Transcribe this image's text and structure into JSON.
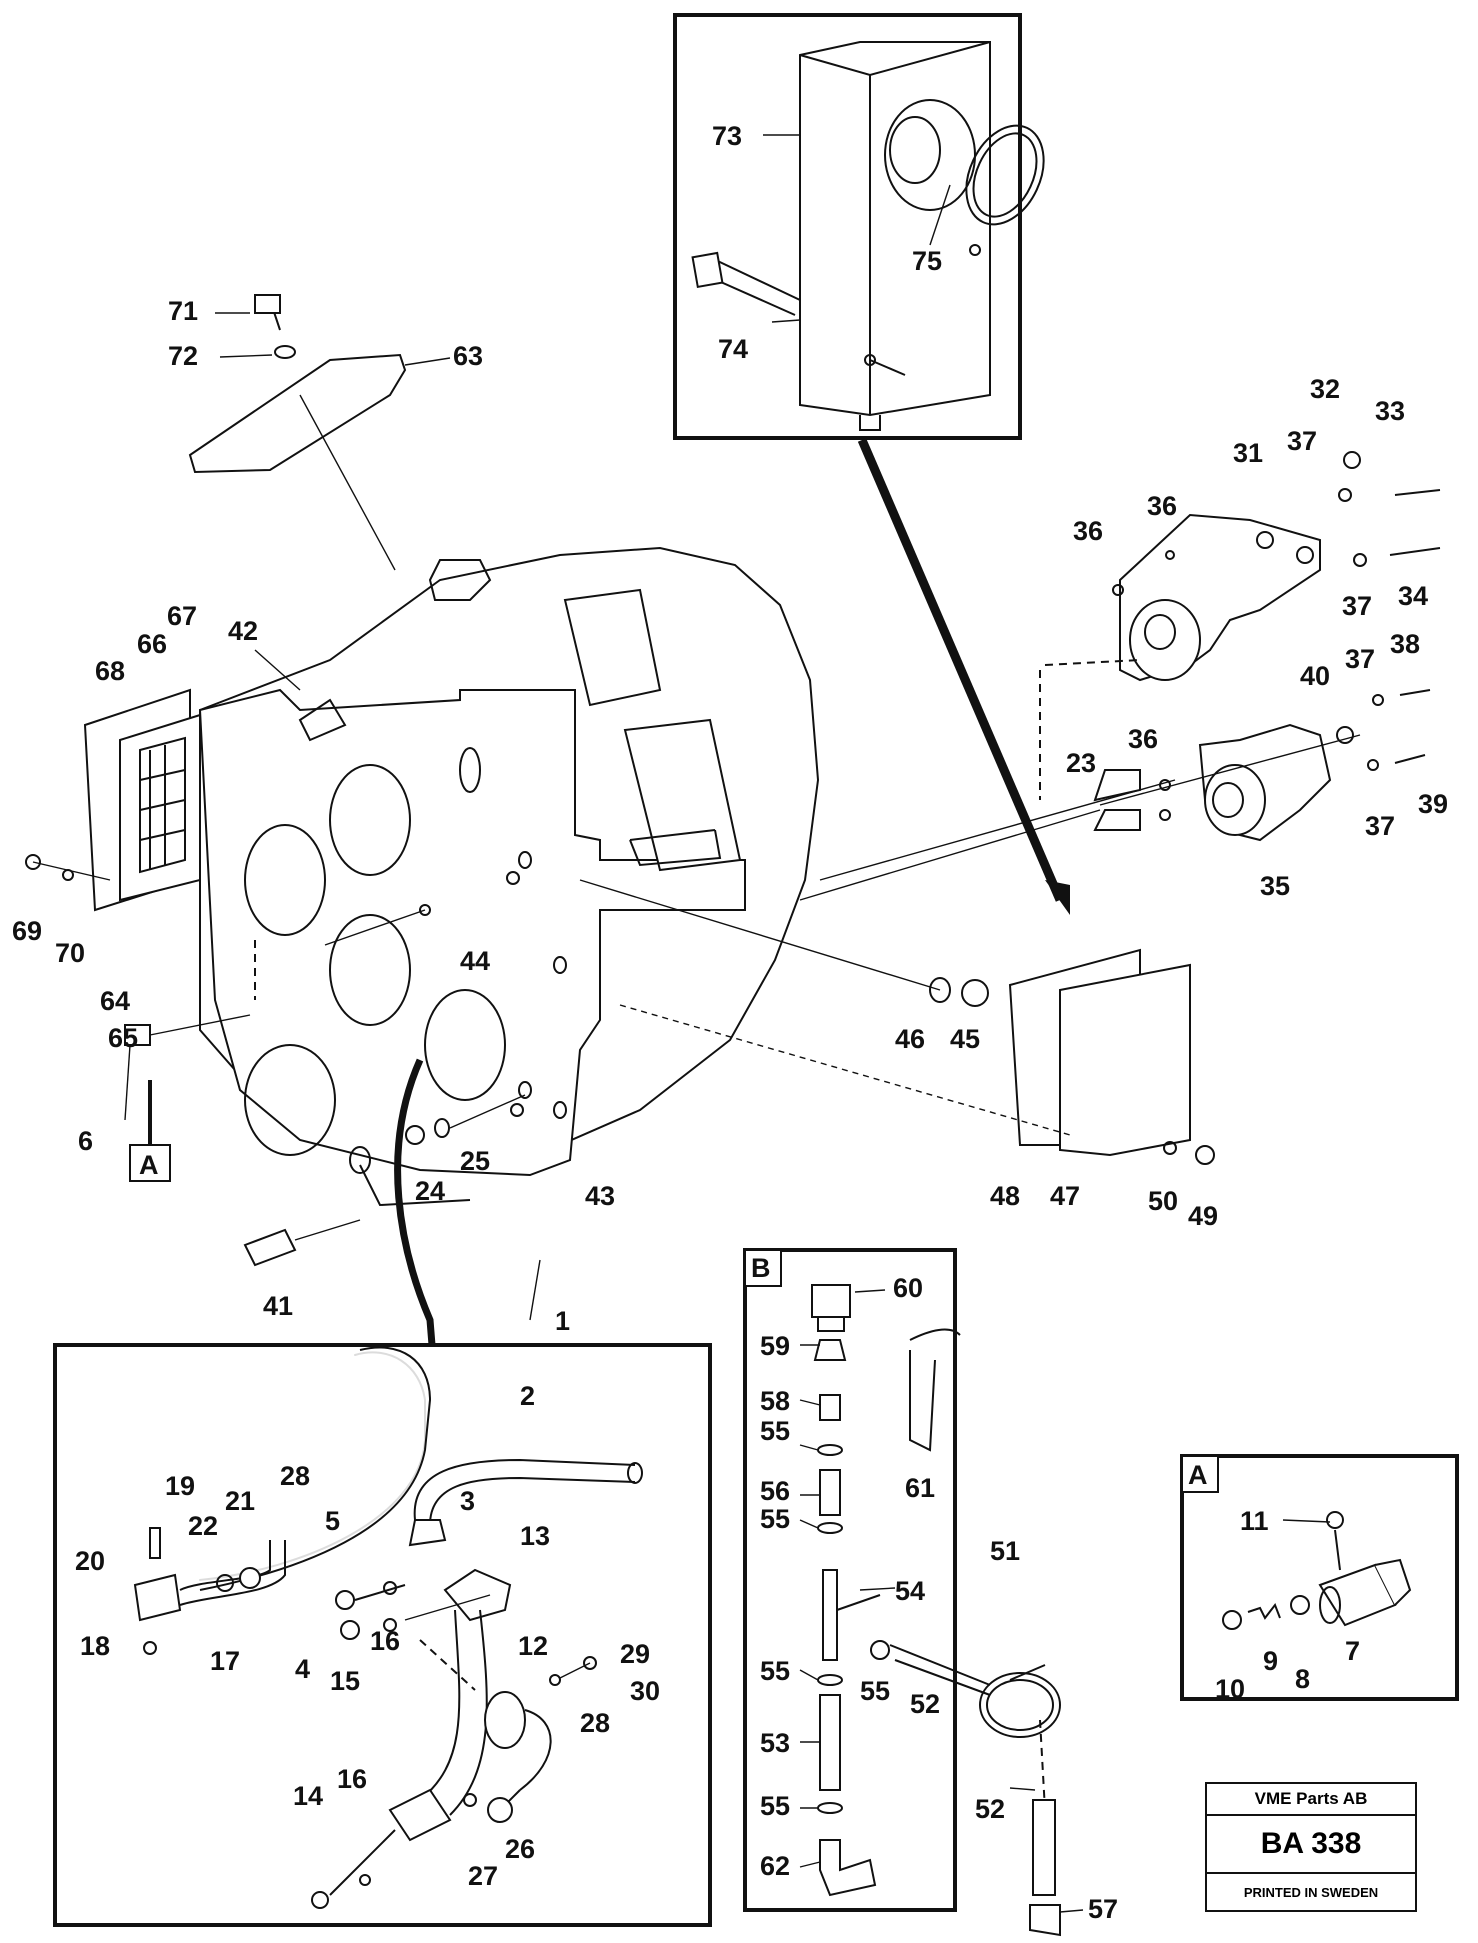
{
  "parts": [
    "1",
    "2",
    "3",
    "4",
    "5",
    "6",
    "7",
    "8",
    "9",
    "10",
    "11",
    "12",
    "13",
    "14",
    "15",
    "16",
    "16",
    "17",
    "18",
    "19",
    "20",
    "21",
    "22",
    "23",
    "24",
    "25",
    "26",
    "27",
    "28",
    "28",
    "29",
    "30",
    "31",
    "32",
    "33",
    "34",
    "35",
    "36",
    "36",
    "36",
    "37",
    "37",
    "37",
    "37",
    "38",
    "39",
    "40",
    "41",
    "42",
    "43",
    "44",
    "45",
    "46",
    "47",
    "48",
    "49",
    "50",
    "51",
    "52",
    "52",
    "53",
    "54",
    "55",
    "55",
    "55",
    "55",
    "55",
    "56",
    "57",
    "58",
    "59",
    "60",
    "61",
    "62",
    "63",
    "64",
    "65",
    "66",
    "67",
    "68",
    "69",
    "70",
    "71",
    "72",
    "73",
    "74",
    "75"
  ],
  "inset_labels": {
    "a_callout": "A",
    "a_inset": "A",
    "b_inset": "B"
  },
  "title_block": {
    "company": "VME Parts AB",
    "code": "BA 338",
    "printed": "PRINTED IN SWEDEN"
  }
}
